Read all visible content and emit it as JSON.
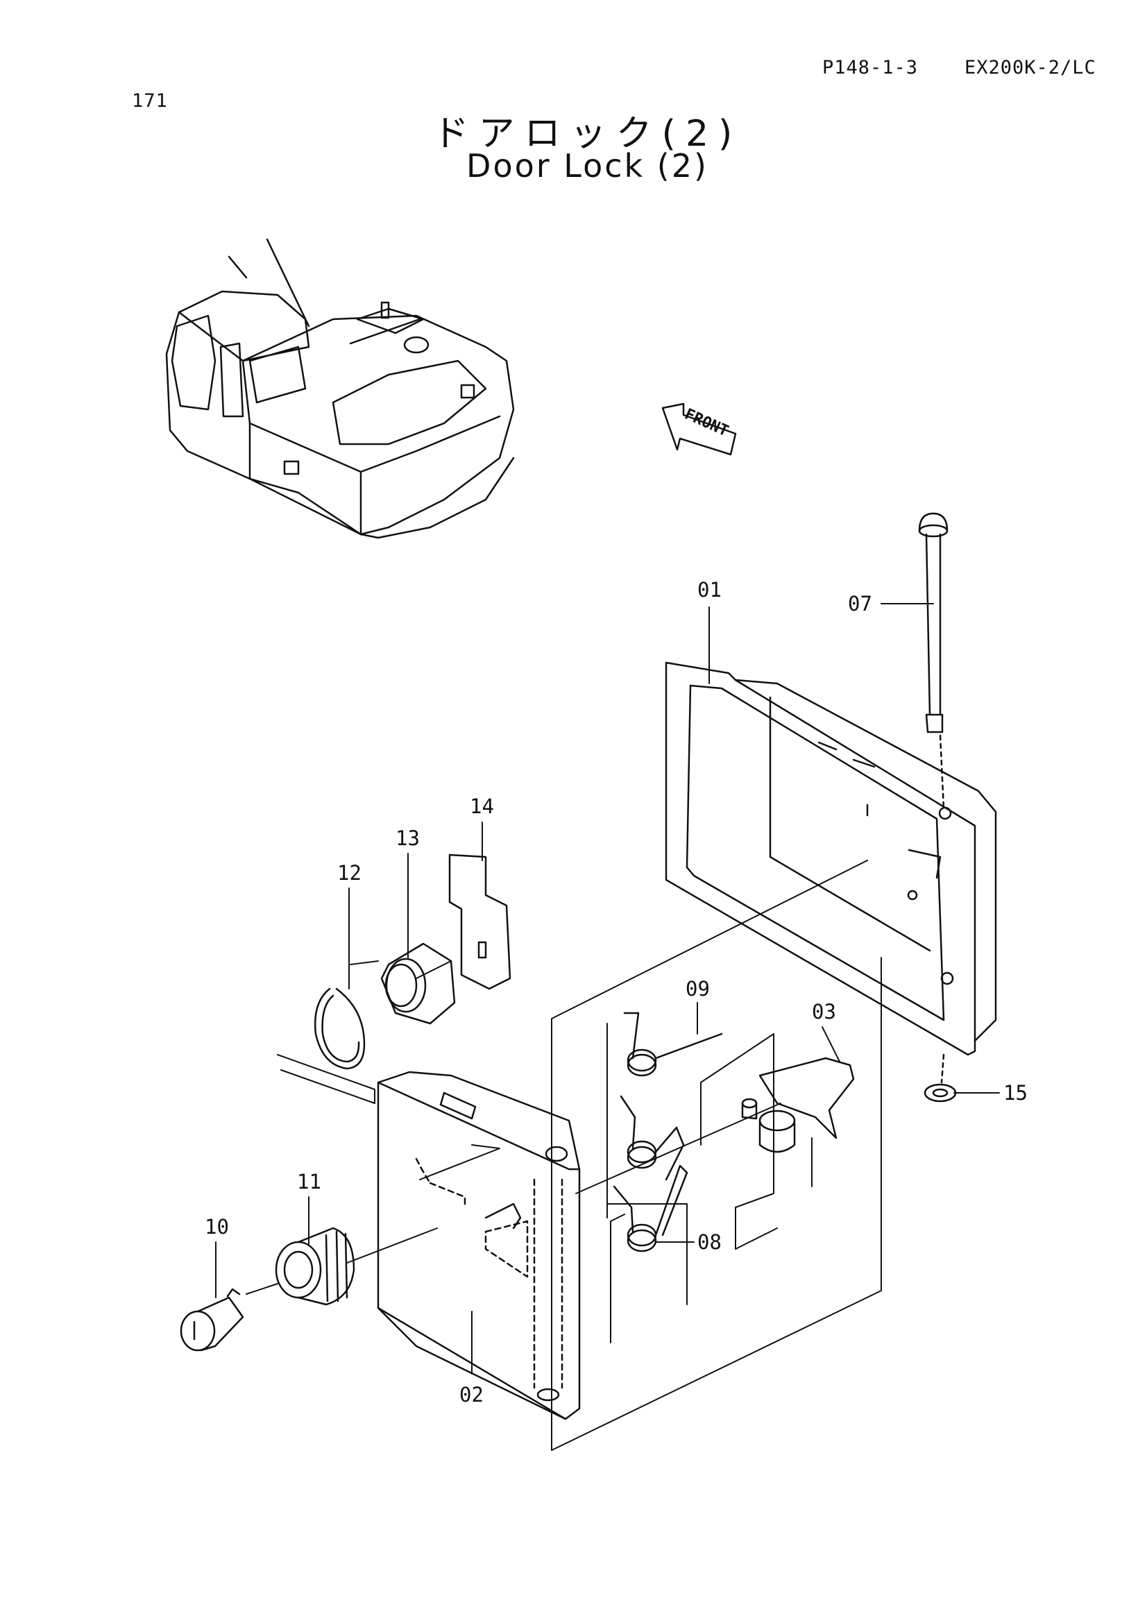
{
  "header": {
    "page_number": "171",
    "page_code": "P148-1-3",
    "model": "EX200K-2/LC"
  },
  "title": {
    "japanese": "ドアロック(2)",
    "english": "Door Lock (2)"
  },
  "front_indicator": "FRONT",
  "callouts": [
    "01",
    "02",
    "03",
    "07",
    "08",
    "09",
    "10",
    "11",
    "12",
    "13",
    "14",
    "15"
  ]
}
